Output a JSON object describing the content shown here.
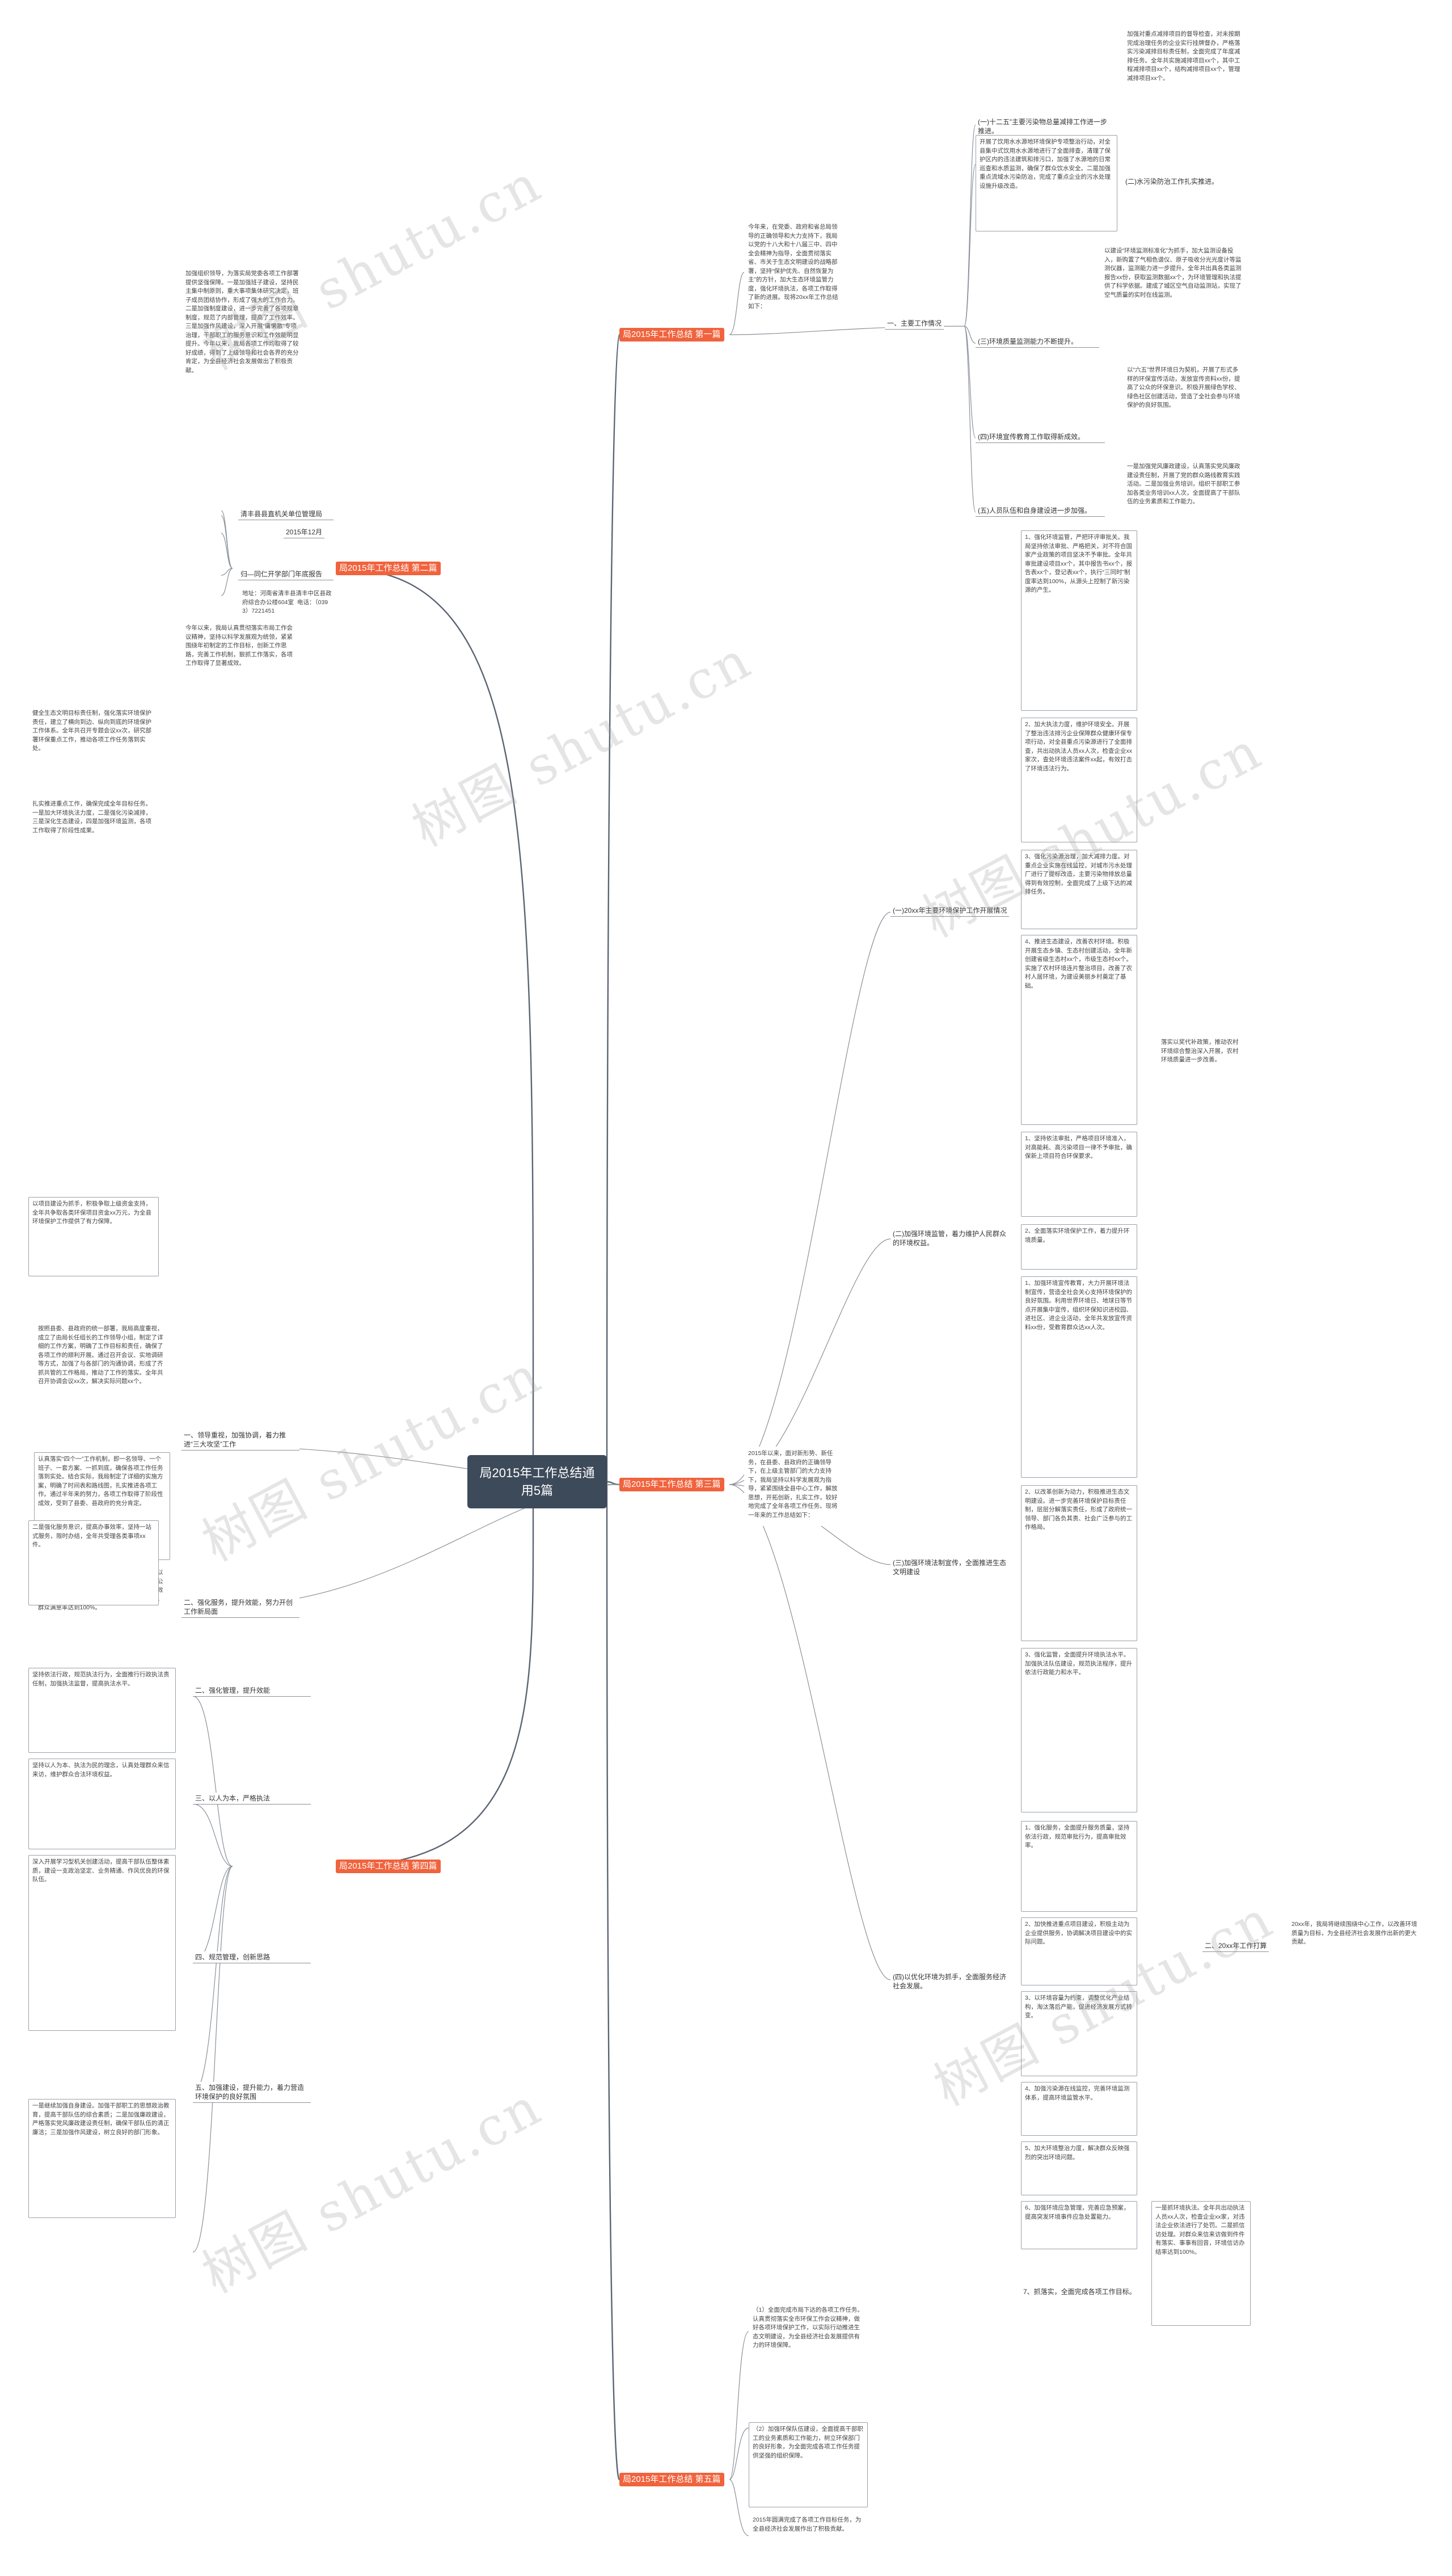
{
  "title": "局2015年工作总结通用5篇",
  "watermark": "树图 shutu.cn",
  "branches": {
    "b1": "局2015年工作总结 第一篇",
    "b2": "局2015年工作总结 第二篇",
    "b3": "局2015年工作总结 第三篇",
    "b4": "局2015年工作总结 第四篇",
    "b5": "局2015年工作总结 第五篇"
  },
  "b1": {
    "intro": "今年来，在党委、政府和省总局领导的正确领导和大力支持下，我局以党的十八大和十八届三中、四中全会精神为指导，全面贯彻落实省、市关于生态文明建设的战略部署，坚持“保护优先、自然恢复为主”的方针，加大生态环境监管力度，强化环境执法，各项工作取得了新的进展。现将20xx年工作总结如下：",
    "sub1": "一、主要工作情况",
    "sub1_1": "(一)十二五”主要污染物总量减排工作进一步推进。",
    "sub1_1_text": "加强对重点减排项目的督导检查，对未按期完成治理任务的企业实行挂牌督办，严格落实污染减排目标责任制，全面完成了年度减排任务。全年共实施减排项目xx个，其中工程减排项目xx个，结构减排项目xx个，管理减排项目xx个。",
    "sub1_2": "(二)水污染防治工作扎实推进。",
    "sub1_2_text": "开展了饮用水水源地环境保护专项整治行动，对全县集中式饮用水水源地进行了全面排查，清理了保护区内的违法建筑和排污口，加强了水源地的日常巡查和水质监测，确保了群众饮水安全。二是加强重点流域水污染防治，完成了重点企业的污水处理设施升级改造。",
    "sub1_3": "(三)环境质量监测能力不断提升。",
    "sub1_3_text": "以建设“环境监测标准化”为抓手，加大监测设备投入，新购置了气相色谱仪、原子吸收分光光度计等监测仪器，监测能力进一步提升。全年共出具各类监测报告xx份，获取监测数据xx个，为环境管理和执法提供了科学依据。建成了城区空气自动监测站，实现了空气质量的实时在线监测。",
    "sub1_4": "(四)环境宣传教育工作取得新成效。",
    "sub1_4_text": "以“六五”世界环境日为契机，开展了形式多样的环保宣传活动，发放宣传资料xx份，提高了公众的环保意识。积极开展绿色学校、绿色社区创建活动，营造了全社会参与环境保护的良好氛围。",
    "sub1_5": "(五)人员队伍和自身建设进一步加强。",
    "sub1_5_text": "一是加强党风廉政建设，认真落实党风廉政建设责任制，开展了党的群众路线教育实践活动。二是加强业务培训，组织干部职工参加各类业务培训xx人次，全面提高了干部队伍的业务素质和工作能力。"
  },
  "b2": {
    "text": "加强组织领导，为落实局党委各项工作部署提供坚强保障。一是加强班子建设，坚持民主集中制原则，重大事项集体研究决定，班子成员团结协作，形成了强大的工作合力。二是加强制度建设，进一步完善了各项规章制度，规范了内部管理，提高了工作效率。三是加强作风建设，深入开展“庸懒散”专项治理，干部职工的服务意识和工作效能明显提升。今年以来，我局各项工作均取得了较好成绩，得到了上级领导和社会各界的充分肯定，为全县经济社会发展做出了积极贡献。",
    "org": "清丰县县直机关单位管理局",
    "date": "2015年12月",
    "report": "归—同仁开学部门年底报告",
    "address": "地址：河南省清丰县清丰中区县政府综合办公楼604室  电话：（0393）7221451"
  },
  "b3": {
    "intro": "2015年以来，面对新形势、新任务，在县委、县政府的正确领导下，在上级主管部门的大力支持下，我局坚持以科学发展观为指导，紧紧围绕全县中心工作，解放思想，开拓创新，扎实工作，较好地完成了全年各项工作任务。现将一年来的工作总结如下：",
    "left_1": "一、领导重视，加强协调，着力推进“三大攻坚”工作",
    "left_1_text": "按照县委、县政府的统一部署，我局高度重视，成立了由局长任组长的工作领导小组，制定了详细的工作方案，明确了工作目标和责任，确保了各项工作的顺利开展。通过召开会议、实地调研等方式，加强了与各部门的沟通协调，形成了齐抓共管的工作格局，推动了工作的落实。全年共召开协调会议xx次，解决实际问题xx个。",
    "left_1b_text": "认真落实“四个一”工作机制，即一名领导、一个班子、一套方案、一抓到底，确保各项工作任务落到实处。结合实际，我局制定了详细的实施方案，明确了时间表和路线图，扎实推进各项工作。通过半年来的努力，各项工作取得了阶段性成效，受到了县委、县政府的充分肯定。",
    "left_2": "二、强化服务，提升效能，努力开创工作新局面",
    "left_2_text": "二是强化服务意识，切实转变工作作风，坚持以人为本，全心全意为人民服务。继续深化政务公开，规范办事程序，简化办事手续，提高办事效率，方便群众办事。全年共办理各类事项xx件，群众满意率达到100%。",
    "sub_1": "(一)20xx年主要环境保护工作开展情况",
    "sub_1_1": "1、强化环境监管，严把环评审批关。我局坚持依法审批、严格把关，对不符合国家产业政策的项目坚决不予审批。全年共审批建设项目xx个，其中报告书xx个，报告表xx个，登记表xx个，执行“三同时”制度率达到100%，从源头上控制了新污染源的产生。",
    "sub_1_2": "2、加大执法力度，维护环境安全。开展了整治违法排污企业保障群众健康环保专项行动，对全县重点污染源进行了全面排查，共出动执法人员xx人次，检查企业xx家次，查处环境违法案件xx起，有效打击了环境违法行为。",
    "sub_1_3": "3、强化污染源治理，加大减排力度。对重点企业实施在线监控，对城市污水处理厂进行了提标改造，主要污染物排放总量得到有效控制，全面完成了上级下达的减排任务。",
    "sub_1_4": "4、推进生态建设，改善农村环境。积极开展生态乡镇、生态村创建活动，全年新创建省级生态村xx个，市级生态村xx个。实施了农村环境连片整治项目，改善了农村人居环境，为建设美丽乡村奠定了基础。",
    "sub_1_4b": "落实以奖代补政策，推动农村环境综合整治深入开展，农村环境质量进一步改善。",
    "sub_2": "(二)加强环境监管，着力维护人民群众的环境权益。",
    "sub_2_1": "1、坚持依法审批，严格项目环境准入，对高能耗、高污染项目一律不予审批，确保新上项目符合环保要求。",
    "sub_2_2": "2、全面落实环境保护工作，着力提升环境质量。",
    "sub_3": "(三)加强环境法制宣传，全面推进生态文明建设",
    "sub_3_1": "1、加强环境宣传教育，大力开展环境法制宣传，营造全社会关心支持环境保护的良好氛围。利用世界环境日、地球日等节点开展集中宣传，组织环保知识进校园、进社区、进企业活动，全年共发放宣传资料xx份，受教育群众达xx人次。",
    "sub_3_2": "2、以改革创新为动力，积极推进生态文明建设。进一步完善环境保护目标责任制，层层分解落实责任，形成了政府统一领导、部门各负其责、社会广泛参与的工作格局。",
    "sub_3_3": "3、强化监管，全面提升环境执法水平。加强执法队伍建设，规范执法程序，提升依法行政能力和水平。",
    "sub_4": "(四)以优化环境为抓手，全面服务经济社会发展。",
    "sub_4_1": "1、强化服务，全面提升服务质量，坚持依法行政，规范审批行为，提高审批效率。",
    "sub_4_2": "2、加快推进重点项目建设，积极主动为企业提供服务，协调解决项目建设中的实际问题。",
    "sub_4_3": "3、以环境容量为约束，调整优化产业结构，淘汰落后产能，促进经济发展方式转变。",
    "sub_4_4": "4、加强污染源在线监控，完善环境监测体系，提高环境监管水平。",
    "sub_4_5": "5、加大环境整治力度，解决群众反映强烈的突出环境问题。",
    "sub_4_6": "6、加强环境应急管理，完善应急预案，提高突发环境事件应急处置能力。",
    "sub_4_7": "7、抓落实，全面完成各项工作目标。",
    "sub_4_7_text": "一是抓环境执法。全年共出动执法人员xx人次，检查企业xx家，对违法企业依法进行了处罚。二是抓信访处理。对群众来信来访做到件件有落实、事事有回音，环境信访办结率达到100%。",
    "sub_4_summary": "20xx年，我局将继续围绕中心工作，以改善环境质量为目标，为全县经济社会发展作出新的更大贡献。",
    "sub_4_plan": "二、20xx年工作打算"
  },
  "b4": {
    "text1": "今年以来，我局认真贯彻落实市局工作会议精神，坚持以科学发展观为统领，紧紧围绕年初制定的工作目标，创新工作思路，完善工作机制，狠抓工作落实，各项工作取得了显著成效。",
    "text2": "健全生态文明目标责任制，强化落实环境保护责任，建立了横向到边、纵向到底的环境保护工作体系。全年共召开专题会议xx次，研究部署环保重点工作，推动各项工作任务落到实处。",
    "text3": "扎实推进重点工作，确保完成全年目标任务。一是加大环境执法力度，二是强化污染减排，三是深化生态建设，四是加强环境监测，各项工作取得了阶段性成果。",
    "text4": "以项目建设为抓手，积极争取上级资金支持，全年共争取各类环保项目资金xx万元，为全县环境保护工作提供了有力保障。",
    "text5": "二是强化服务意识，提高办事效率，坚持一站式服务，限时办结，全年共受理各类事项xx件。",
    "left_1": "二、强化管理，提升效能",
    "left_1_text": "坚持依法行政，规范执法行为，全面推行行政执法责任制，加强执法监督，提高执法水平。",
    "left_2": "三、以人为本，严格执法",
    "left_2_text": "坚持以人为本、执法为民的理念，认真处理群众来信来访，维护群众合法环境权益。",
    "left_3": "四、规范管理，创新思路",
    "left_3_text": "深入开展学习型机关创建活动，提高干部队伍整体素质，建设一支政治坚定、业务精通、作风优良的环保队伍。",
    "left_4": "五、加强建设，提升能力，着力营造环境保护的良好氛围",
    "left_5": "一是继续加强自身建设。加强干部职工的思想政治教育，提高干部队伍的综合素质；二是加强廉政建设，严格落实党风廉政建设责任制，确保干部队伍的清正廉洁；三是加强作风建设，树立良好的部门形象。"
  },
  "b5": {
    "text1": "（1）全面完成市局下达的各项工作任务。认真贯彻落实全市环保工作会议精神，做好各项环境保护工作，以实际行动推进生态文明建设，为全县经济社会发展提供有力的环境保障。",
    "text2": "（2）加强环保队伍建设，全面提高干部职工的业务素质和工作能力，树立环保部门的良好形象，为全面完成各项工作任务提供坚强的组织保障。",
    "text3": "2015年圆满完成了各项工作目标任务，为全县经济社会发展作出了积极贡献。"
  }
}
